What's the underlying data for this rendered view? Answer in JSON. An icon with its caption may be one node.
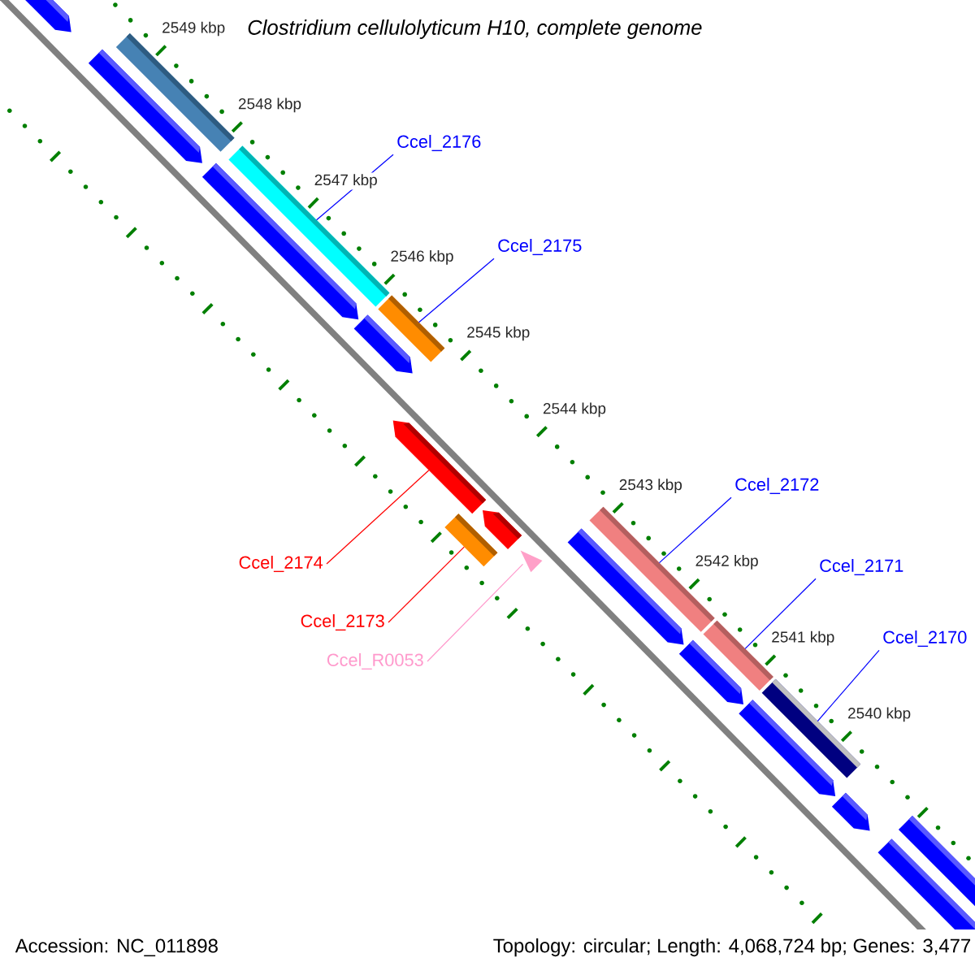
{
  "diagram": {
    "title": "Clostridium cellulolyticum H10, complete genome",
    "nodes": [
      {
        "text": [
          "Ccel_2176"
        ]
      },
      {
        "text": [],
        "shape": "bar"
      },
      {
        "text": [
          "Ccel_2175"
        ]
      },
      {
        "text": [],
        "shape": "bar"
      },
      {
        "text": [
          "Ccel_2172"
        ]
      },
      {
        "text": [],
        "shape": "bar"
      },
      {
        "text": [
          "Ccel_2171"
        ]
      },
      {
        "text": [],
        "shape": "bar"
      },
      {
        "text": [
          "Ccel_2170"
        ]
      },
      {
        "text": [],
        "shape": "bar"
      },
      {
        "text": [
          "Ccel_2174"
        ]
      },
      {
        "text": [],
        "shape": "arrow"
      },
      {
        "text": [
          "Ccel_2173"
        ]
      },
      {
        "text": [],
        "shape": "bar"
      },
      {
        "text": [
          "Ccel_R0053"
        ]
      },
      {
        "text": [],
        "shape": "triangle"
      }
    ],
    "edges": [
      {
        "from": 0,
        "to": 1,
        "arrow": "none"
      },
      {
        "from": 2,
        "to": 3,
        "arrow": "none"
      },
      {
        "from": 4,
        "to": 5,
        "arrow": "none"
      },
      {
        "from": 6,
        "to": 7,
        "arrow": "none"
      },
      {
        "from": 8,
        "to": 9,
        "arrow": "none"
      },
      {
        "from": 10,
        "to": 11,
        "arrow": "none",
        "color": "#ff0000"
      },
      {
        "from": 12,
        "to": 13,
        "arrow": "none",
        "color": "#ff0000"
      },
      {
        "from": 14,
        "to": 15,
        "arrow": "none",
        "color": "#ff99cc"
      }
    ],
    "labels": [
      "2549 kbp",
      "2548 kbp",
      "2547 kbp",
      "2546 kbp",
      "2545 kbp",
      "2544 kbp",
      "2543 kbp",
      "2542 kbp",
      "2541 kbp",
      "2540 kbp",
      "Accession: NC_011898",
      "Topology: circular; Length: 4,068,724 bp; Genes: 3,477"
    ]
  }
}
